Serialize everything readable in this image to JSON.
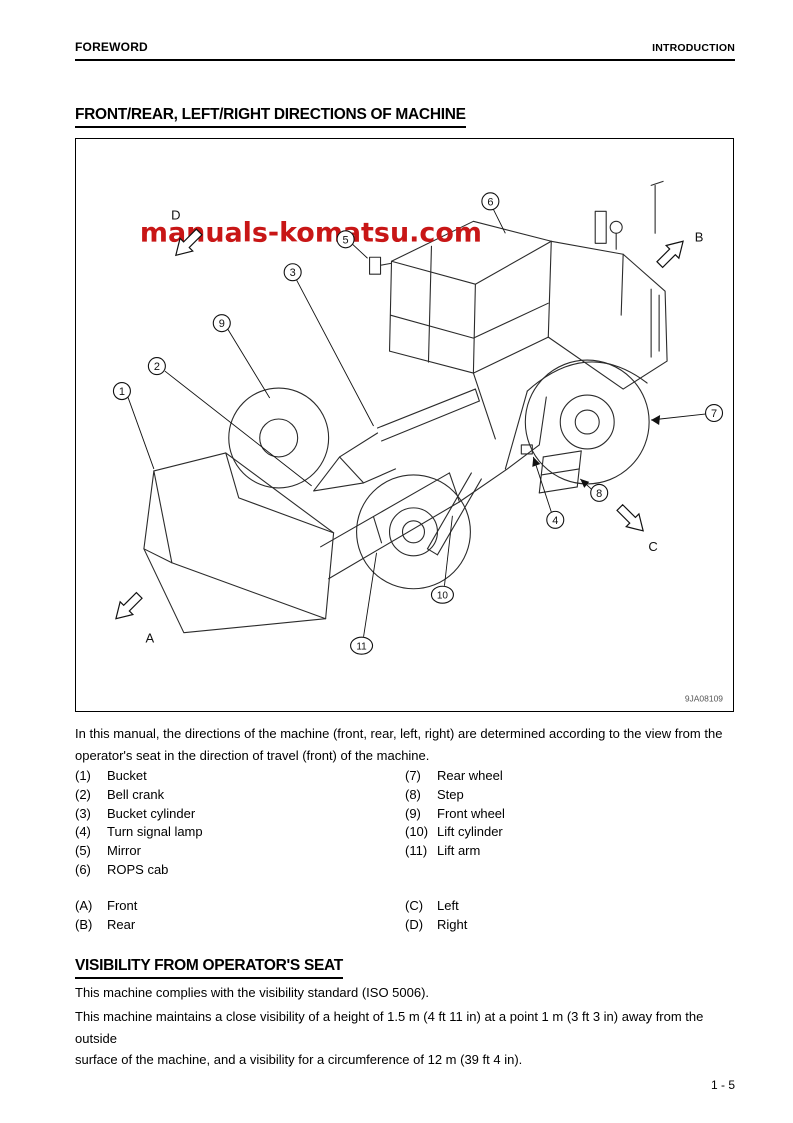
{
  "page": {
    "header_left": "FOREWORD",
    "header_right": "INTRODUCTION",
    "footer_page_number": "1 - 5"
  },
  "directions_section": {
    "title": "FRONT/REAR, LEFT/RIGHT DIRECTIONS OF MACHINE",
    "intro_lines": [
      "In this manual, the directions of the machine (front, rear, left, right) are determined according to the view from the",
      "operator's seat in the direction of travel (front) of the machine."
    ]
  },
  "figure": {
    "watermark": "manuals-komatsu.com",
    "code": "9JA08109",
    "callouts": [
      "1",
      "2",
      "3",
      "4",
      "5",
      "6",
      "7",
      "8",
      "9",
      "10",
      "11"
    ],
    "direction_labels": [
      "A",
      "B",
      "C",
      "D"
    ]
  },
  "parts": {
    "left": [
      {
        "num": "(1)",
        "label": "Bucket"
      },
      {
        "num": "(2)",
        "label": "Bell crank"
      },
      {
        "num": "(3)",
        "label": "Bucket cylinder"
      },
      {
        "num": "(4)",
        "label": "Turn signal lamp"
      },
      {
        "num": "(5)",
        "label": "Mirror"
      },
      {
        "num": "(6)",
        "label": "ROPS cab"
      }
    ],
    "right": [
      {
        "num": "(7)",
        "label": "Rear wheel"
      },
      {
        "num": "(8)",
        "label": "Step"
      },
      {
        "num": "(9)",
        "label": "Front wheel"
      },
      {
        "num": "(10)",
        "label": "Lift cylinder"
      },
      {
        "num": "(11)",
        "label": "Lift arm"
      }
    ]
  },
  "machine_directions": {
    "left": [
      {
        "num": "(A)",
        "label": "Front"
      },
      {
        "num": "(B)",
        "label": "Rear"
      }
    ],
    "right": [
      {
        "num": "(C)",
        "label": "Left"
      },
      {
        "num": "(D)",
        "label": "Right"
      }
    ]
  },
  "visibility_section": {
    "title": "VISIBILITY FROM OPERATOR'S SEAT",
    "line1": "This machine complies with the visibility standard (ISO 5006).",
    "body_lines": [
      "This machine maintains a close visibility of a height of 1.5 m (4 ft 11 in) at a point 1 m (3 ft 3 in) away from the outside",
      "surface of the machine, and a visibility for a circumference of 12 m (39 ft 4 in)."
    ]
  },
  "colors": {
    "watermark_red": "#c81616",
    "rule_black": "#000000"
  }
}
